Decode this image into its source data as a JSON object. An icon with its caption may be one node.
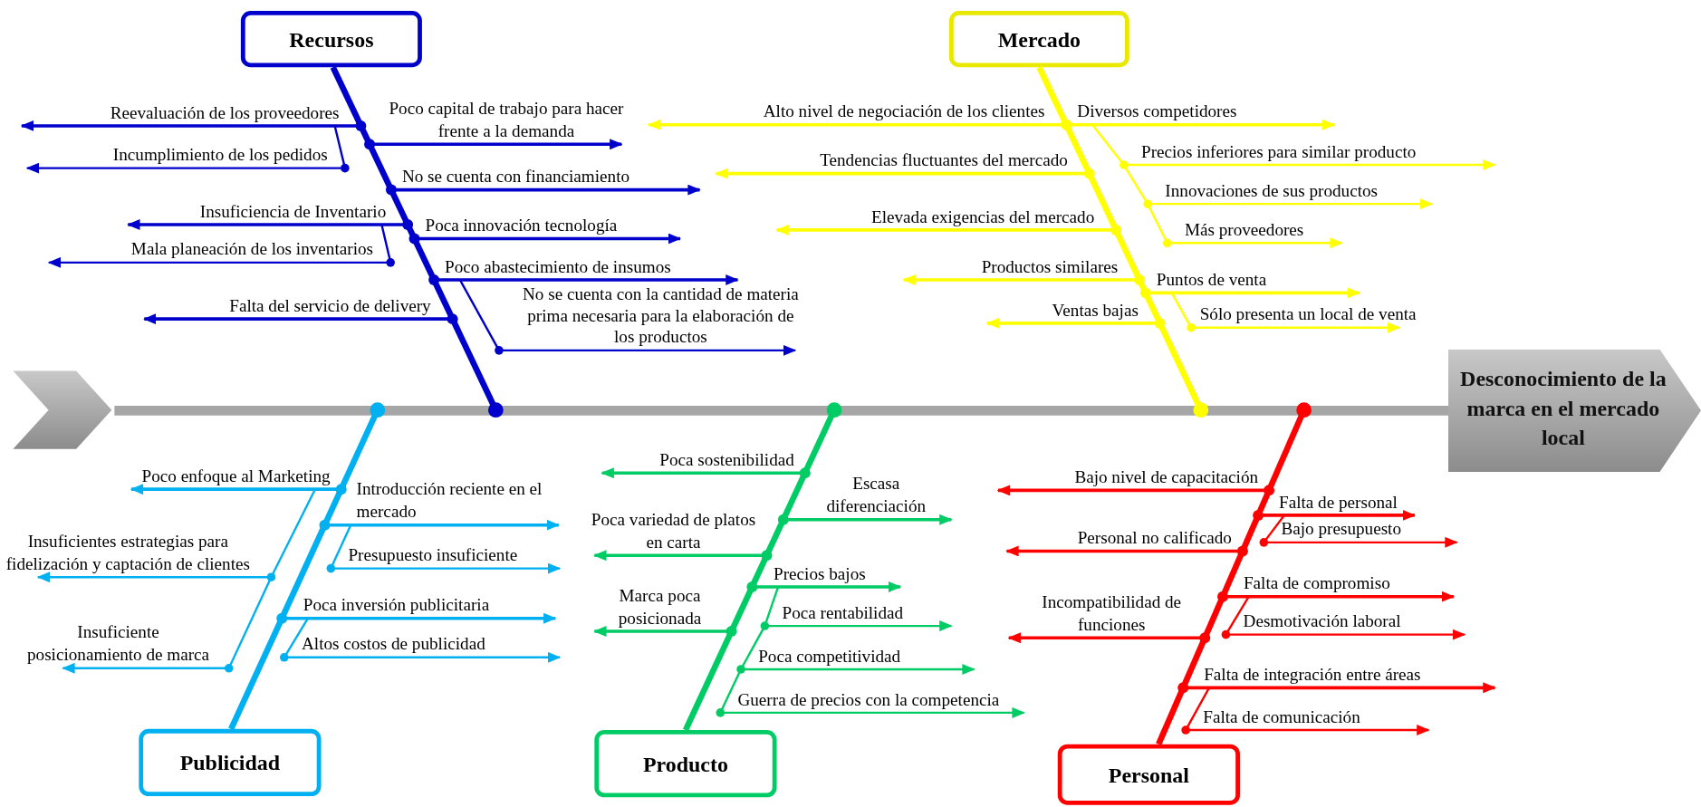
{
  "diagram": {
    "nodes": [
      {
        "text": [
          "Recursos"
        ]
      },
      {
        "text": [
          "Mercado"
        ]
      },
      {
        "text": [
          "Publicidad"
        ]
      },
      {
        "text": [
          "Producto"
        ]
      },
      {
        "text": [
          "Personal"
        ]
      },
      {
        "text": [
          "Desconocimiento de la marca en el mercado local"
        ]
      },
      {
        "text": [],
        "shape": "bar"
      },
      {
        "text": [],
        "shape": "bar"
      },
      {
        "text": [],
        "shape": "bar"
      },
      {
        "text": [],
        "shape": "bar"
      },
      {
        "text": [],
        "shape": "bar"
      },
      {
        "text": [],
        "shape": "bar"
      },
      {
        "text": [],
        "shape": "chevron"
      }
    ],
    "edges": [
      {
        "from": 7,
        "to": null,
        "arrow": "to",
        "label": "Reevaluación de los proveedores",
        "color": "#0000cc"
      },
      {
        "from": 7,
        "to": null,
        "arrow": "to",
        "label": "Incumplimiento de los pedidos",
        "color": "#0000cc"
      },
      {
        "from": 7,
        "to": null,
        "arrow": "to",
        "label": "Poco capital de trabajo para hacer frente a la demanda",
        "color": "#0000cc"
      },
      {
        "from": 7,
        "to": null,
        "arrow": "to",
        "label": "No se cuenta con financiamiento",
        "color": "#0000cc"
      },
      {
        "from": 7,
        "to": null,
        "arrow": "to",
        "label": "Insuficiencia de Inventario",
        "color": "#0000cc"
      },
      {
        "from": 7,
        "to": null,
        "arrow": "to",
        "label": "Mala planeación de los inventarios",
        "color": "#0000cc"
      },
      {
        "from": 7,
        "to": null,
        "arrow": "to",
        "label": "Poca innovación tecnología",
        "color": "#0000cc"
      },
      {
        "from": 7,
        "to": null,
        "arrow": "to",
        "label": "Poco abastecimiento de insumos",
        "color": "#0000cc"
      },
      {
        "from": 7,
        "to": null,
        "arrow": "to",
        "label": "No se cuenta con la cantidad de materia prima necesaria para la elaboración de los productos",
        "color": "#0000cc"
      },
      {
        "from": 7,
        "to": null,
        "arrow": "to",
        "label": "Falta del servicio de delivery",
        "color": "#0000cc"
      },
      {
        "from": 8,
        "to": null,
        "arrow": "to",
        "label": "Alto nivel de negociación de los clientes",
        "color": "#ffff00"
      },
      {
        "from": 8,
        "to": null,
        "arrow": "to",
        "label": "Diversos competidores",
        "color": "#ffff00"
      },
      {
        "from": 8,
        "to": null,
        "arrow": "to",
        "label": "Precios inferiores para similar producto",
        "color": "#ffff00"
      },
      {
        "from": 8,
        "to": null,
        "arrow": "to",
        "label": "Innovaciones de sus productos",
        "color": "#ffff00"
      },
      {
        "from": 8,
        "to": null,
        "arrow": "to",
        "label": "Más proveedores",
        "color": "#ffff00"
      },
      {
        "from": 8,
        "to": null,
        "arrow": "to",
        "label": "Tendencias fluctuantes del mercado",
        "color": "#ffff00"
      },
      {
        "from": 8,
        "to": null,
        "arrow": "to",
        "label": "Elevada exigencias del mercado",
        "color": "#ffff00"
      },
      {
        "from": 8,
        "to": null,
        "arrow": "to",
        "label": "Productos similares",
        "color": "#ffff00"
      },
      {
        "from": 8,
        "to": null,
        "arrow": "to",
        "label": "Puntos de venta",
        "color": "#ffff00"
      },
      {
        "from": 8,
        "to": null,
        "arrow": "to",
        "label": "Sólo presenta un local de venta",
        "color": "#ffff00"
      },
      {
        "from": 8,
        "to": null,
        "arrow": "to",
        "label": "Ventas bajas",
        "color": "#ffff00"
      },
      {
        "from": 9,
        "to": null,
        "arrow": "to",
        "label": "Poco enfoque al Marketing",
        "color": "#00b0f0"
      },
      {
        "from": 9,
        "to": null,
        "arrow": "to",
        "label": "Insuficientes estrategias para fidelización y captación de clientes",
        "color": "#00b0f0"
      },
      {
        "from": 9,
        "to": null,
        "arrow": "to",
        "label": "Insuficiente posicionamiento de marca",
        "color": "#00b0f0"
      },
      {
        "from": 9,
        "to": null,
        "arrow": "to",
        "label": "Introducción reciente en el mercado",
        "color": "#00b0f0"
      },
      {
        "from": 9,
        "to": null,
        "arrow": "to",
        "label": "Presupuesto insuficiente",
        "color": "#00b0f0"
      },
      {
        "from": 9,
        "to": null,
        "arrow": "to",
        "label": "Poca inversión publicitaria",
        "color": "#00b0f0"
      },
      {
        "from": 9,
        "to": null,
        "arrow": "to",
        "label": "Altos costos de publicidad",
        "color": "#00b0f0"
      },
      {
        "from": 10,
        "to": null,
        "arrow": "to",
        "label": "Poca sostenibilidad",
        "color": "#00cc66"
      },
      {
        "from": 10,
        "to": null,
        "arrow": "to",
        "label": "Escasa diferenciación",
        "color": "#00cc66"
      },
      {
        "from": 10,
        "to": null,
        "arrow": "to",
        "label": "Poca variedad de platos en carta",
        "color": "#00cc66"
      },
      {
        "from": 10,
        "to": null,
        "arrow": "to",
        "label": "Precios bajos",
        "color": "#00cc66"
      },
      {
        "from": 10,
        "to": null,
        "arrow": "to",
        "label": "Poca rentabilidad",
        "color": "#00cc66"
      },
      {
        "from": 10,
        "to": null,
        "arrow": "to",
        "label": "Poca competitividad",
        "color": "#00cc66"
      },
      {
        "from": 10,
        "to": null,
        "arrow": "to",
        "label": "Guerra de precios con la competencia",
        "color": "#00cc66"
      },
      {
        "from": 10,
        "to": null,
        "arrow": "to",
        "label": "Marca poca posicionada",
        "color": "#00cc66"
      },
      {
        "from": 11,
        "to": null,
        "arrow": "to",
        "label": "Bajo nivel de capacitación",
        "color": "#ff0000"
      },
      {
        "from": 11,
        "to": null,
        "arrow": "to",
        "label": "Falta de personal",
        "color": "#ff0000"
      },
      {
        "from": 11,
        "to": null,
        "arrow": "to",
        "label": "Bajo presupuesto",
        "color": "#ff0000"
      },
      {
        "from": 11,
        "to": null,
        "arrow": "to",
        "label": "Personal no calificado",
        "color": "#ff0000"
      },
      {
        "from": 11,
        "to": null,
        "arrow": "to",
        "label": "Falta de compromiso",
        "color": "#ff0000"
      },
      {
        "from": 11,
        "to": null,
        "arrow": "to",
        "label": "Desmotivación laboral",
        "color": "#ff0000"
      },
      {
        "from": 11,
        "to": null,
        "arrow": "to",
        "label": "Incompatibilidad de funciones",
        "color": "#ff0000"
      },
      {
        "from": 11,
        "to": null,
        "arrow": "to",
        "label": "Falta de integración entre áreas",
        "color": "#ff0000"
      },
      {
        "from": 11,
        "to": null,
        "arrow": "to",
        "label": "Falta de comunicación",
        "color": "#ff0000"
      }
    ]
  }
}
